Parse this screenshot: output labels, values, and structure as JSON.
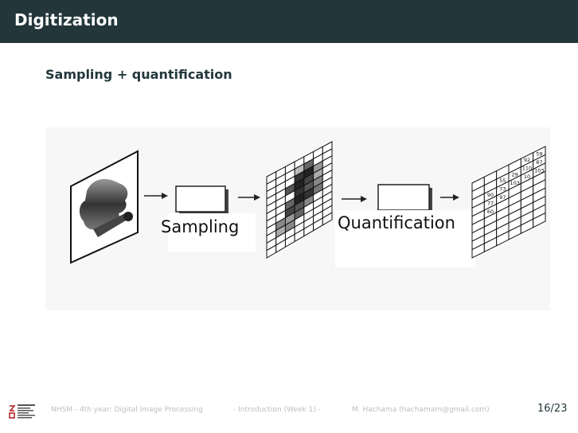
{
  "header": {
    "title": "Digitization"
  },
  "subtitle": "Sampling + quantification",
  "figure": {
    "stage1_label": "Sampling",
    "stage2_label": "Quantification",
    "grid_values": [
      [
        "",
        "",
        "",
        "",
        "92",
        "59"
      ],
      [
        "",
        "",
        "55",
        "29",
        "110",
        "87"
      ],
      [
        "",
        "90",
        "73",
        "103",
        "10",
        "103"
      ],
      [
        "",
        "77",
        "97",
        "",
        "",
        ""
      ],
      [
        "",
        "60",
        "",
        "",
        "",
        ""
      ]
    ]
  },
  "footer": {
    "course": "NHSM - 4th year: Digital Image Processing",
    "section": "- Introduction (Week 1) -",
    "author": "M. Hachama (hachamam@gmail.com)",
    "page": "16/23"
  }
}
